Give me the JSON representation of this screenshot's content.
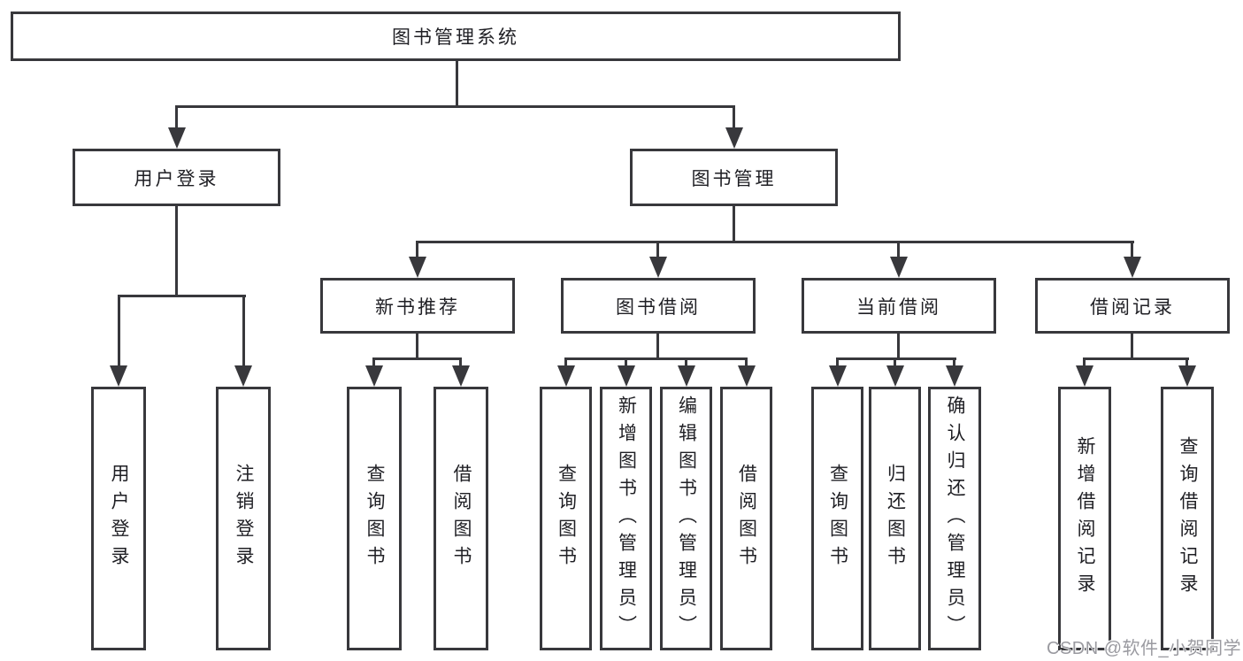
{
  "colors": {
    "line": "#38383c",
    "text": "#1f1f24",
    "watermark": "#9a9aa0",
    "background": "#ffffff"
  },
  "watermark": "CSDN @软件_小贺同学",
  "tree": {
    "root": "图书管理系统",
    "user_login": {
      "label": "用户登录",
      "leaves": [
        "用户登录",
        "注销登录"
      ]
    },
    "book_mgmt": {
      "label": "图书管理",
      "sections": [
        {
          "label": "新书推荐",
          "leaves": [
            "查询图书",
            "借阅图书"
          ]
        },
        {
          "label": "图书借阅",
          "leaves": [
            "查询图书",
            "新增图书（管理员）",
            "编辑图书（管理员）",
            "借阅图书"
          ]
        },
        {
          "label": "当前借阅",
          "leaves": [
            "查询图书",
            "归还图书",
            "确认归还（管理员）"
          ]
        },
        {
          "label": "借阅记录",
          "leaves": [
            "新增借阅记录",
            "查询借阅记录"
          ]
        }
      ]
    }
  }
}
